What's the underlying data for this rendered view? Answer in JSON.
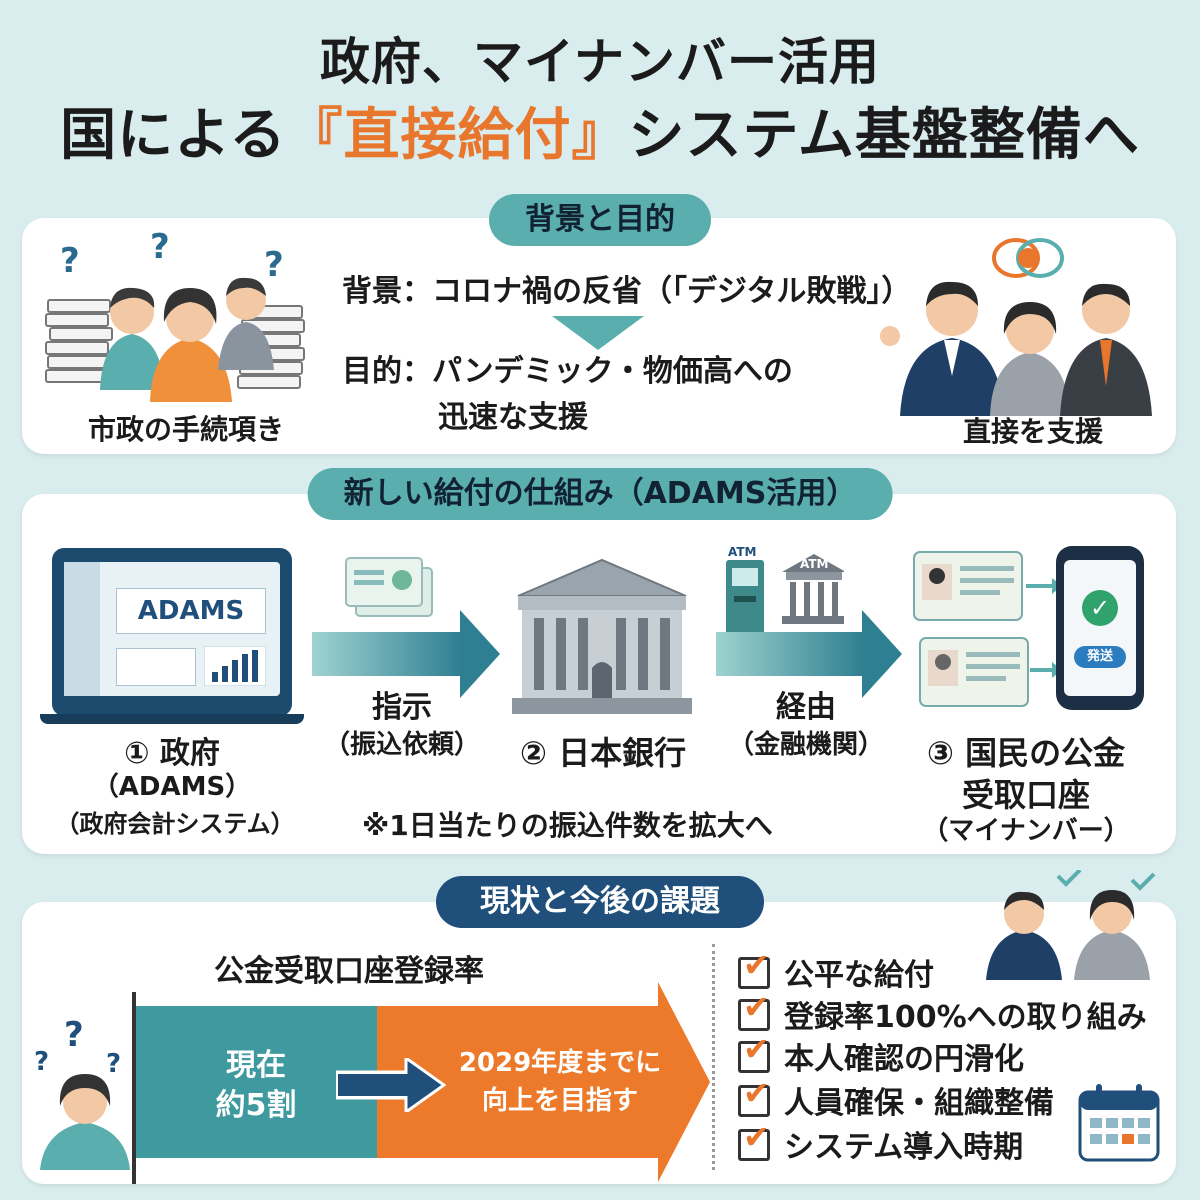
{
  "title": {
    "line1": "政府、マイナンバー活用",
    "line2_pre": "国による",
    "line2_hl": "『直接給付』",
    "line2_post": "システム基盤整備へ"
  },
  "section1": {
    "heading": "背景と目的",
    "left_caption": "市政の手続項き",
    "background_label": "背景：",
    "background_text": "コロナ禍の反省（「デジタル敗戦」）",
    "purpose_label": "目的：",
    "purpose_line1": "パンデミック・物価高への",
    "purpose_line2": "迅速な支援",
    "right_caption": "直接を支援"
  },
  "section2": {
    "heading": "新しい給付の仕組み（ADAMS活用）",
    "screen_label": "ADAMS",
    "step1": {
      "line1": "① 政府",
      "line2": "（ADAMS）",
      "line3": "（政府会計システム）"
    },
    "arrow1": {
      "label": "指示",
      "sub": "（振込依頼）"
    },
    "step2": {
      "line1": "② 日本銀行"
    },
    "arrow2": {
      "label": "経由",
      "sub": "（金融機関）"
    },
    "atm1": "ATM",
    "atm2": "ATM",
    "step3": {
      "line1": "③ 国民の公金",
      "line2": "受取口座",
      "line3": "（マイナンバー）"
    },
    "phone_button": "発送",
    "note": "※1日当たりの振込件数を拡大へ"
  },
  "section3": {
    "heading": "現状と今後の課題",
    "rate_title": "公金受取口座登録率",
    "current_line1": "現在",
    "current_line2": "約5割",
    "target_line1": "2029年度までに",
    "target_line2": "向上を目指す",
    "current_share": 0.5,
    "checklist": [
      "公平な給付",
      "登録率100%への取り組み",
      "本人確認の円滑化",
      "人員確保・組織整備",
      "システム導入時期"
    ]
  },
  "colors": {
    "accent_orange": "#e8762c",
    "teal": "#5aaeae",
    "navy": "#1f4f7a",
    "background": "#d9ecee"
  },
  "icons": [
    "question-mark-icon",
    "paper-stack-icon",
    "laptop-icon",
    "bank-building-icon",
    "atm-icon",
    "id-card-icon",
    "smartphone-icon",
    "checkmark-icon",
    "calendar-icon",
    "checkbox-icon"
  ]
}
